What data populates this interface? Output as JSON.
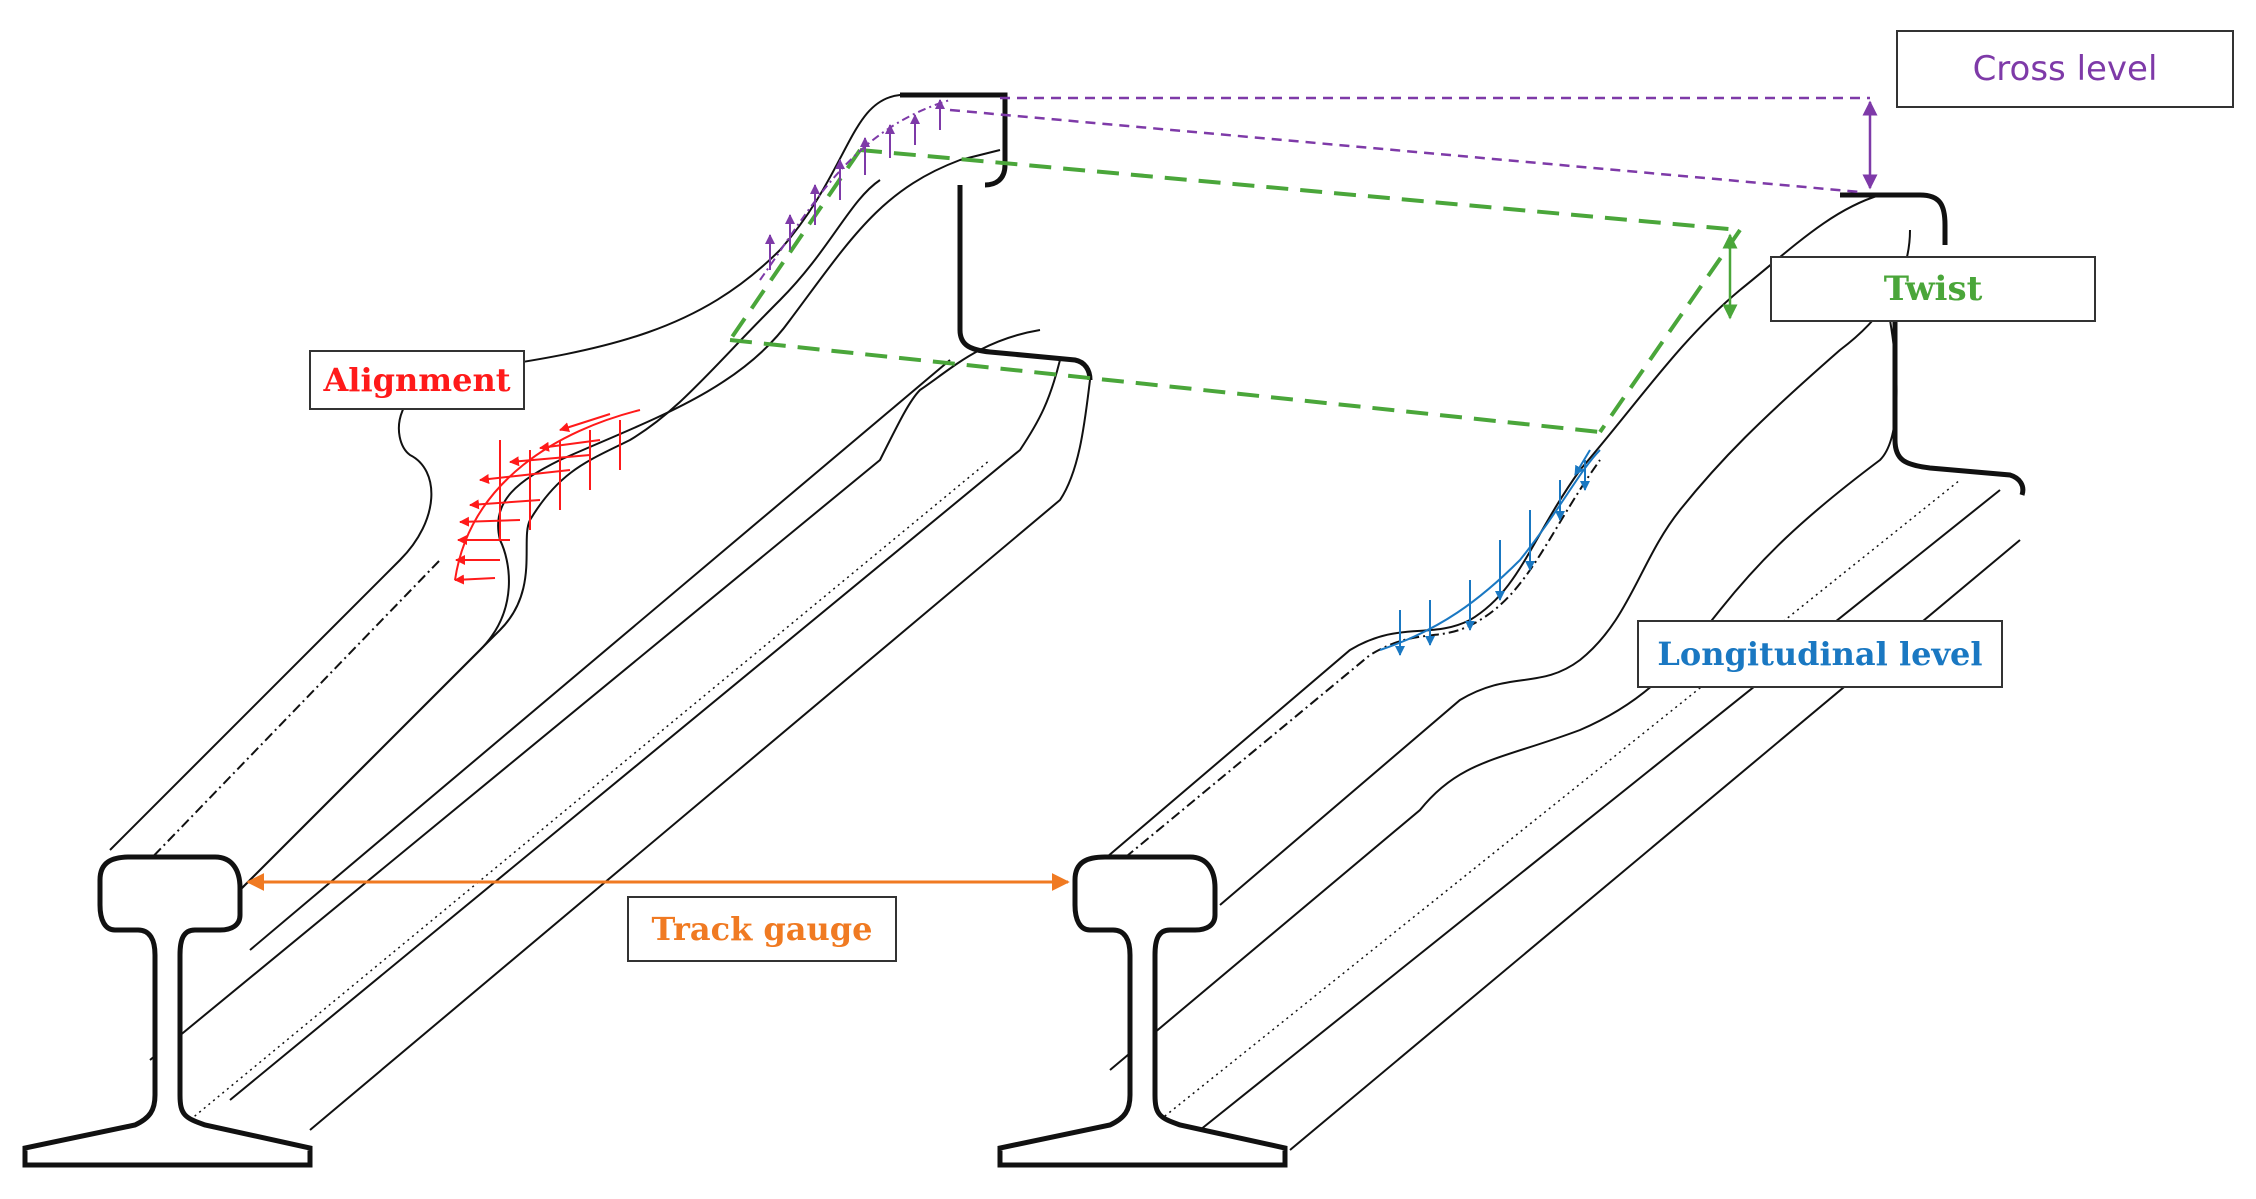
{
  "labels": {
    "cross_level": "Cross level",
    "twist": "Twist",
    "alignment": "Alignment",
    "longitudinal_level": "Longitudinal level",
    "track_gauge": "Track gauge"
  },
  "colors": {
    "cross_level": "#7e3aa8",
    "twist": "#4aa63a",
    "alignment": "#ff1a1a",
    "longitudinal_level": "#1a78c2",
    "track_gauge": "#f07a22",
    "rail_outline": "#111111"
  }
}
